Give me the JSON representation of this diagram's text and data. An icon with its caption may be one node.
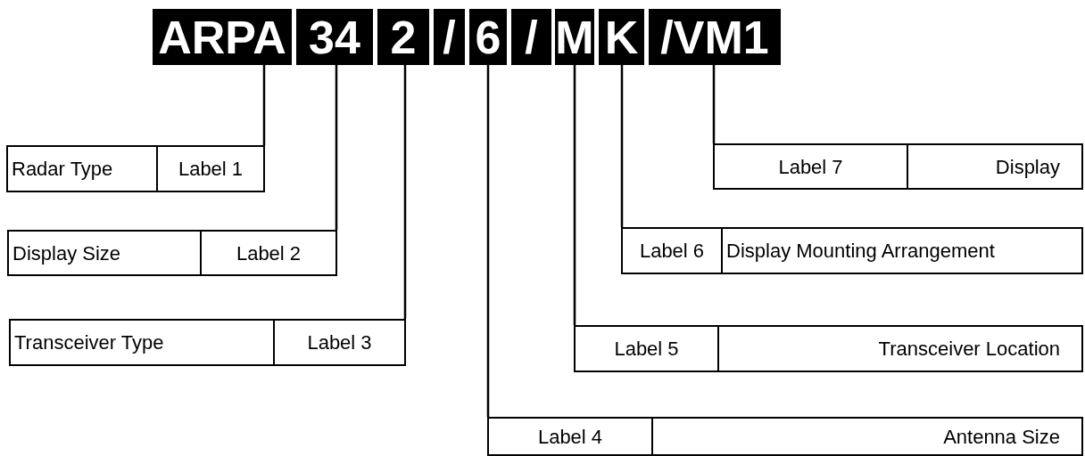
{
  "diagram": {
    "nodes": [
      {
        "text": [
          "ARPA"
        ]
      },
      {
        "text": [
          "34"
        ]
      },
      {
        "text": [
          "2"
        ]
      },
      {
        "text": [
          "/"
        ]
      },
      {
        "text": [
          "6"
        ]
      },
      {
        "text": [
          "/"
        ]
      },
      {
        "text": [
          "M"
        ]
      },
      {
        "text": [
          "K"
        ]
      },
      {
        "text": [
          "/VM1"
        ]
      },
      {
        "text": [
          "Radar Type",
          "Label 1"
        ]
      },
      {
        "text": [
          "Display Size",
          "Label 2"
        ]
      },
      {
        "text": [
          "Transceiver Type",
          "Label 3"
        ]
      },
      {
        "text": [
          "Label 4",
          "Antenna Size"
        ]
      },
      {
        "text": [
          "Label 5",
          "Transceiver Location"
        ]
      },
      {
        "text": [
          "Label 6",
          "Display Mounting Arrangement"
        ]
      },
      {
        "text": [
          "Label 7",
          "Display"
        ]
      }
    ],
    "edges": [
      {
        "from": 0,
        "to": 9,
        "arrow": "none"
      },
      {
        "from": 1,
        "to": 10,
        "arrow": "none"
      },
      {
        "from": 2,
        "to": 11,
        "arrow": "none"
      },
      {
        "from": 4,
        "to": 12,
        "arrow": "none"
      },
      {
        "from": 6,
        "to": 13,
        "arrow": "none"
      },
      {
        "from": 7,
        "to": 14,
        "arrow": "none"
      },
      {
        "from": 8,
        "to": 15,
        "arrow": "none"
      }
    ]
  }
}
